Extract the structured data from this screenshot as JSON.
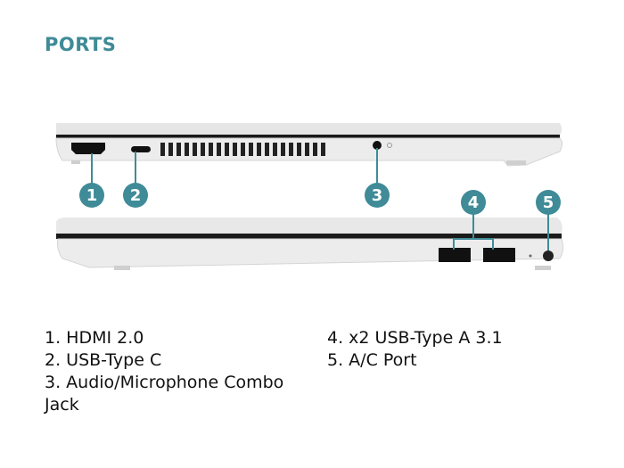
{
  "title": "PORTS",
  "accent_color": "#3f8b97",
  "badges": [
    "1",
    "2",
    "3",
    "4",
    "5"
  ],
  "ports": [
    "1. HDMI 2.0",
    "2. USB-Type C",
    "3. Audio/Microphone Combo Jack",
    "4. x2 USB-Type A 3.1",
    "5. A/C Port"
  ]
}
